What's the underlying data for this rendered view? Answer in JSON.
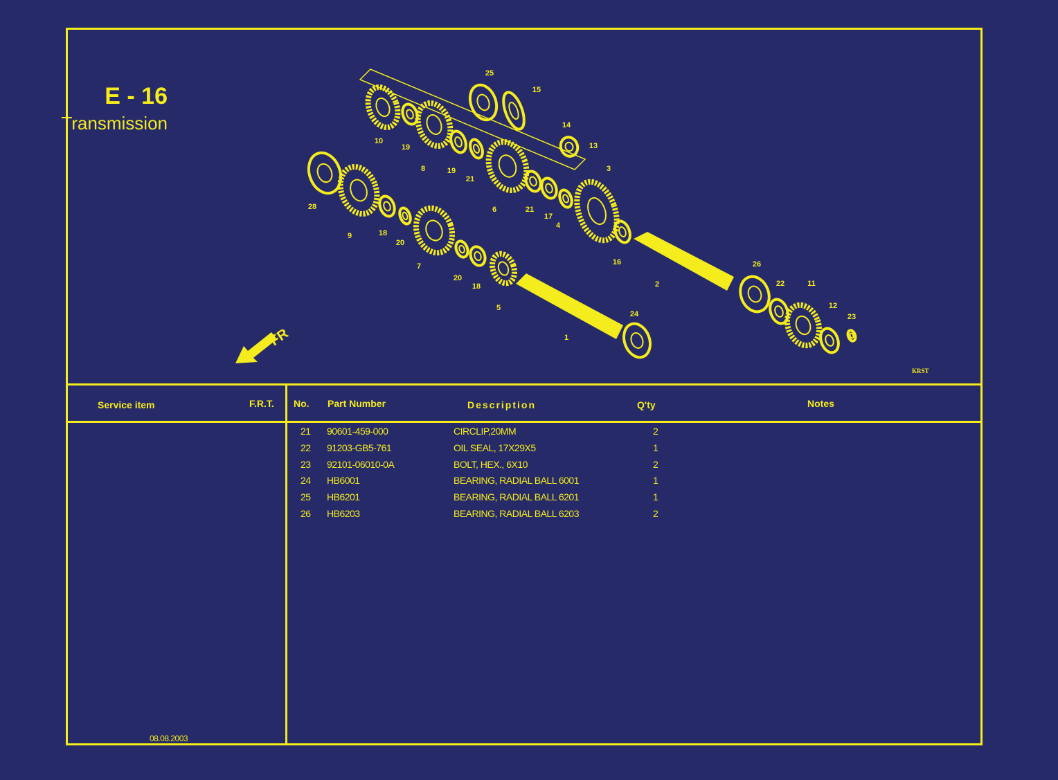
{
  "header": {
    "code": "E - 16",
    "title": "Transmission",
    "direction_label": "FR",
    "diagram_code": "KRST"
  },
  "table": {
    "headers": {
      "service_item": "Service item",
      "frt": "F.R.T.",
      "no": "No.",
      "part_number": "Part Number",
      "description": "Description",
      "qty": "Q'ty",
      "notes": "Notes"
    },
    "rows": [
      {
        "no": "21",
        "part_number": "90601-459-000",
        "description": "CIRCLIP,20MM",
        "qty": "2"
      },
      {
        "no": "22",
        "part_number": "91203-GB5-761",
        "description": "OIL SEAL, 17X29X5",
        "qty": "1"
      },
      {
        "no": "23",
        "part_number": "92101-06010-0A",
        "description": "BOLT, HEX., 6X10",
        "qty": "2"
      },
      {
        "no": "24",
        "part_number": "HB6001",
        "description": "BEARING, RADIAL BALL 6001",
        "qty": "1"
      },
      {
        "no": "25",
        "part_number": "HB6201",
        "description": "BEARING, RADIAL BALL 6201",
        "qty": "1"
      },
      {
        "no": "26",
        "part_number": "HB6203",
        "description": "BEARING, RADIAL BALL 6203",
        "qty": "2"
      }
    ]
  },
  "footer": {
    "date": "08.08.2003"
  },
  "diagram": {
    "callouts": [
      "25",
      "15",
      "14",
      "13",
      "10",
      "19",
      "8",
      "19",
      "21",
      "3",
      "6",
      "21",
      "17",
      "4",
      "28",
      "9",
      "18",
      "20",
      "7",
      "16",
      "2",
      "26",
      "22",
      "11",
      "12",
      "23",
      "20",
      "18",
      "5",
      "24",
      "1"
    ]
  },
  "colors": {
    "background": "#272a68",
    "line": "#f4ec1c"
  }
}
